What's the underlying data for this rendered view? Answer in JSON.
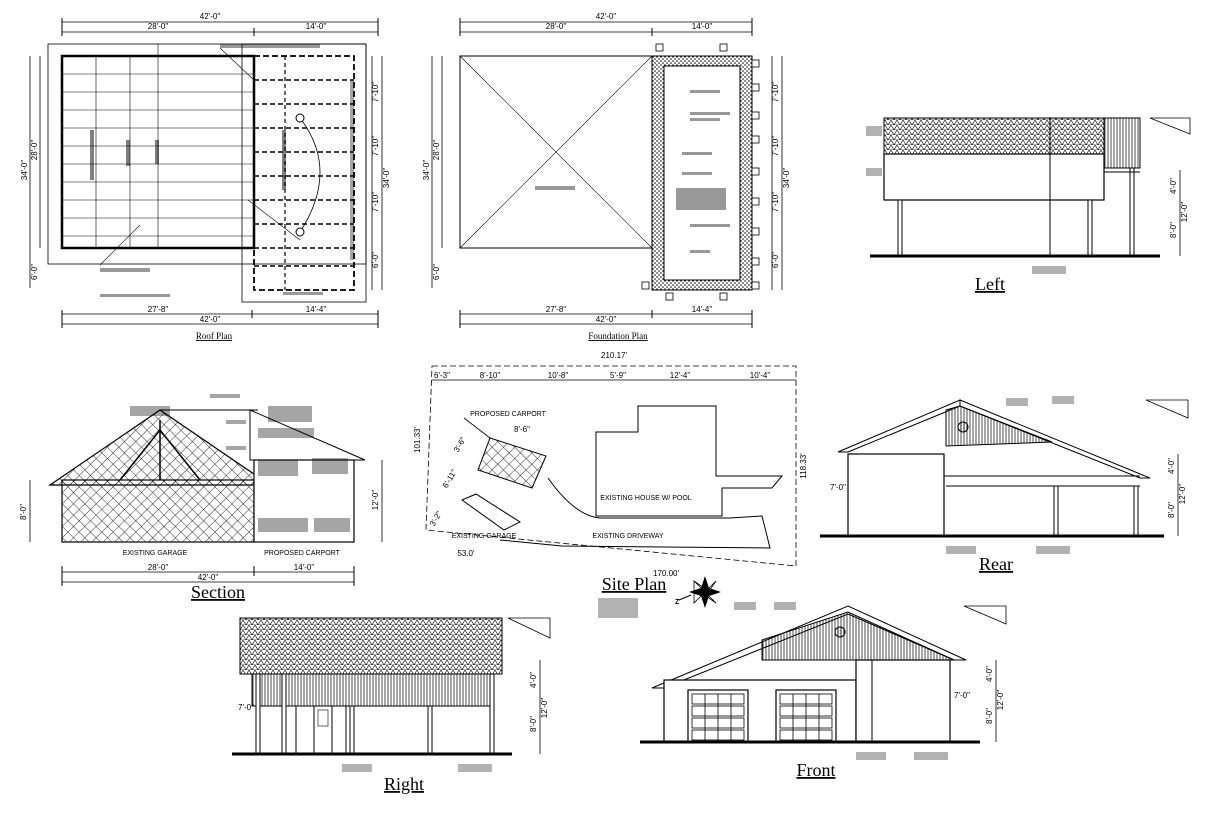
{
  "roof_plan": {
    "title": "Roof Plan",
    "dim_top_total": "42'-0\"",
    "dim_top_left": "28'-0\"",
    "dim_top_right": "14'-0\"",
    "dim_bottom_left": "27'-8\"",
    "dim_bottom_right": "14'-4\"",
    "dim_bottom_total": "42'-0\"",
    "dim_left_outer": "34'-0\"",
    "dim_left_inner": "28'-0\"",
    "dim_left_small": "6'-0\"",
    "dim_right": [
      "7'-10\"",
      "7'-10\"",
      "7'-10\"",
      "6'-0\""
    ],
    "dim_right_total": "34'-0\""
  },
  "foundation_plan": {
    "title": "Foundation Plan",
    "dim_top_total": "42'-0\"",
    "dim_top_left": "28'-0\"",
    "dim_top_right": "14'-0\"",
    "dim_bottom_left": "27'-8\"",
    "dim_bottom_right": "14'-4\"",
    "dim_bottom_total": "42'-0\"",
    "dim_left_outer": "34'-0\"",
    "dim_left_inner": "28'-0\"",
    "dim_left_small": "6'-0\"",
    "dim_right": [
      "7'-10\"",
      "7'-10\"",
      "7'-10\"",
      "6'-0\""
    ],
    "dim_right_total": "34'-0\""
  },
  "left_elevation": {
    "title": "Left",
    "dim_a": "4'-0\"",
    "dim_b": "8'-0\"",
    "dim_c": "12'-0\""
  },
  "section": {
    "title": "Section",
    "label_garage": "EXISTING GARAGE",
    "label_carport": "PROPOSED CARPORT",
    "dim_left": "28'-0\"",
    "dim_right": "14'-0\"",
    "dim_total": "42'-0\"",
    "dim_height_left": "8'-0\"",
    "dim_height_right": "12'-0\""
  },
  "site_plan": {
    "title": "Site Plan",
    "dim_top_total": "210.17'",
    "dim_segments": [
      "6'-3\"",
      "8'-10\"",
      "10'-8\"",
      "5'-9\"",
      "12'-4\"",
      "10'-4\""
    ],
    "dim_left": "101.33'",
    "dim_right": "118.33'",
    "dim_bottom": "53.0'",
    "dim_bottom_right": "170.00'",
    "dim_carport_w": "8'-6\"",
    "dim_a": "3'-6\"",
    "dim_b": "6'-11\"",
    "dim_c": "3'-2\"",
    "label_carport": "PROPOSED CARPORT",
    "label_house": "EXISTING HOUSE W/ POOL",
    "label_garage": "EXISTING GARAGE",
    "label_driveway": "EXISTING DRIVEWAY"
  },
  "rear_elevation": {
    "title": "Rear",
    "dim_a": "4'-0\"",
    "dim_b": "8'-0\"",
    "dim_c": "12'-0\"",
    "dim_d": "7'-0\""
  },
  "right_elevation": {
    "title": "Right",
    "dim_a": "4'-0\"",
    "dim_b": "8'-0\"",
    "dim_c": "12'-0\"",
    "dim_d": "7'-0\""
  },
  "front_elevation": {
    "title": "Front",
    "dim_a": "4'-0\"",
    "dim_b": "8'-0\"",
    "dim_c": "12'-0\"",
    "dim_d": "7'-0\""
  },
  "colors": {
    "ink": "#000000",
    "paper": "#ffffff"
  },
  "icons": {
    "north_arrow": "north-arrow-icon",
    "section_marker": "section-marker-icon"
  }
}
